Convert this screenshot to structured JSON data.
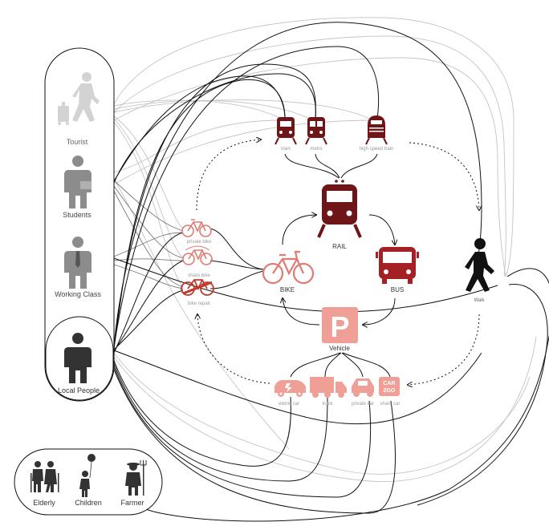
{
  "colors": {
    "dark_red": "#6e1517",
    "light_red": "#e07b72",
    "pale_red": "#ef9f96",
    "grey": "#9a9a9a",
    "dark_grey": "#555555",
    "light_grey": "#c8c8c8",
    "black": "#111111"
  },
  "groups": {
    "tourist": "Tourist",
    "students": "Students",
    "working_class": "Working Class",
    "local_people": "Local People"
  },
  "others": {
    "elderly": "Elderly",
    "children": "Children",
    "farmer": "Farmer"
  },
  "rail": {
    "label": "RAIL",
    "train": "train",
    "metro": "metro",
    "high_speed_train": "high speed train"
  },
  "bike": {
    "label": "BIKE",
    "private_bike": "private bike",
    "share_bike": "share bike",
    "bike_repair": "bike repair"
  },
  "bus": {
    "label": "BUS"
  },
  "walk": {
    "label": "Walk"
  },
  "vehicle": {
    "label": "Vehicle",
    "parking_letter": "P",
    "eletric_car": "eletric car",
    "truck": "truck",
    "private_car": "private car",
    "share_car": "share car",
    "share_car_badge_top": "CAR",
    "share_car_badge_bottom": "2GO"
  },
  "icons": {
    "tourist": "tourist-icon",
    "student": "student-icon",
    "worker": "worker-icon",
    "local": "local-person-icon",
    "rail": "train-icon",
    "bus": "bus-icon",
    "bike": "bicycle-icon",
    "walk": "walking-person-icon",
    "parking": "parking-icon",
    "car": "car-icon",
    "truck": "truck-icon"
  }
}
